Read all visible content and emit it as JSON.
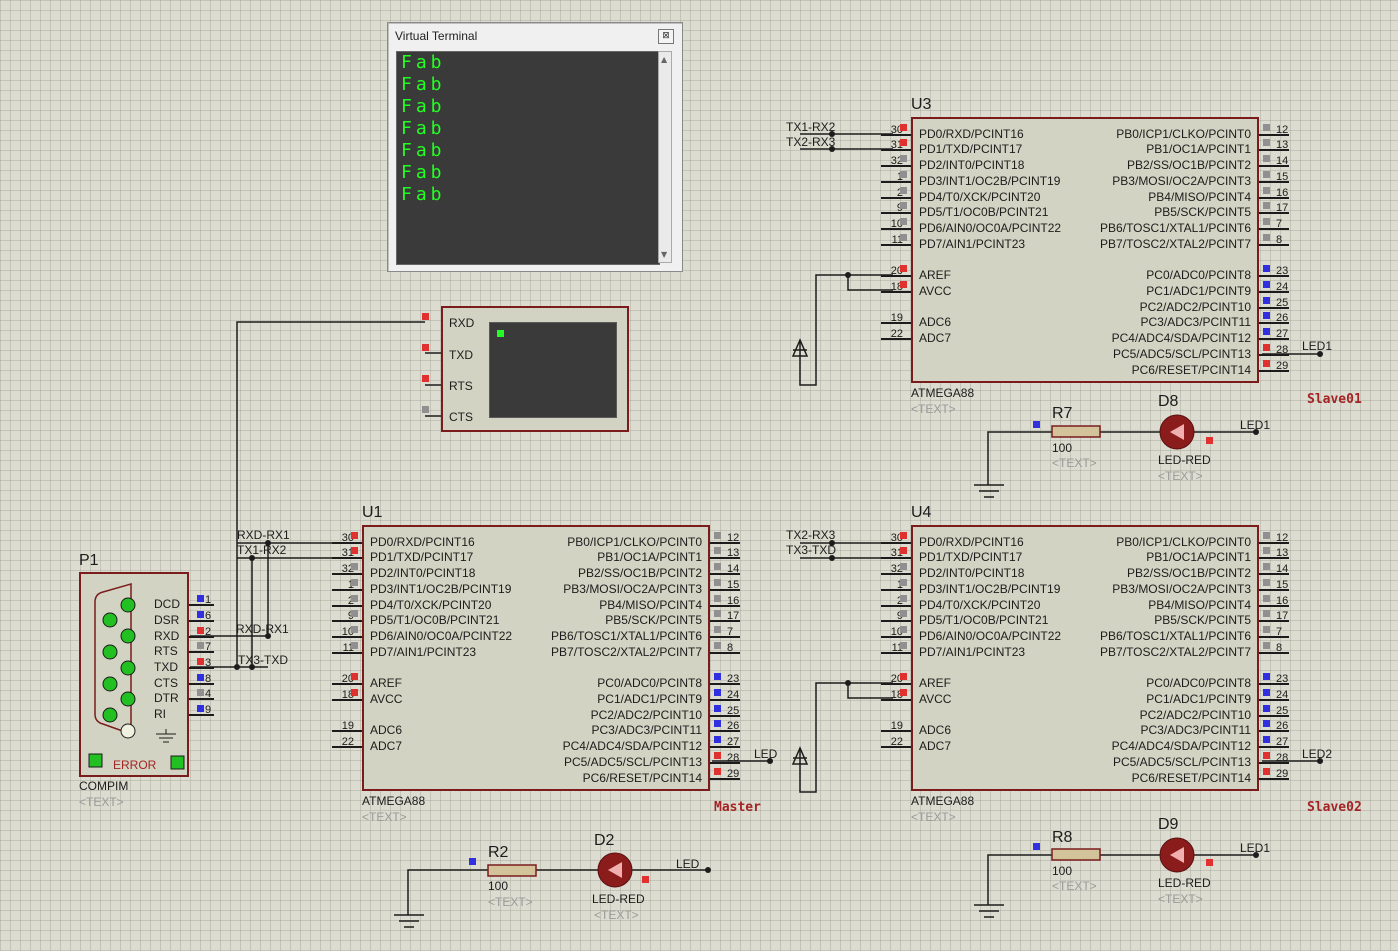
{
  "terminal": {
    "title": "Virtual Terminal",
    "close_label": "⊠",
    "lines": [
      "Fab",
      "Fab",
      "Fab",
      "Fab",
      "Fab",
      "Fab",
      "Fab"
    ]
  },
  "term_device": {
    "pins": [
      "RXD",
      "TXD",
      "RTS",
      "CTS"
    ]
  },
  "mcu": {
    "part": "ATMEGA88",
    "text": "<TEXT>",
    "left_pins": [
      {
        "num": "30",
        "name": "PD0/RXD/PCINT16"
      },
      {
        "num": "31",
        "name": "PD1/TXD/PCINT17"
      },
      {
        "num": "32",
        "name": "PD2/INT0/PCINT18"
      },
      {
        "num": "1",
        "name": "PD3/INT1/OC2B/PCINT19"
      },
      {
        "num": "2",
        "name": "PD4/T0/XCK/PCINT20"
      },
      {
        "num": "9",
        "name": "PD5/T1/OC0B/PCINT21"
      },
      {
        "num": "10",
        "name": "PD6/AIN0/OC0A/PCINT22"
      },
      {
        "num": "11",
        "name": "PD7/AIN1/PCINT23"
      },
      {
        "num": "20",
        "name": "AREF"
      },
      {
        "num": "18",
        "name": "AVCC"
      },
      {
        "num": "19",
        "name": "ADC6"
      },
      {
        "num": "22",
        "name": "ADC7"
      }
    ],
    "right_pins": [
      {
        "num": "12",
        "name": "PB0/ICP1/CLKO/PCINT0"
      },
      {
        "num": "13",
        "name": "PB1/OC1A/PCINT1"
      },
      {
        "num": "14",
        "name": "PB2/SS/OC1B/PCINT2"
      },
      {
        "num": "15",
        "name": "PB3/MOSI/OC2A/PCINT3"
      },
      {
        "num": "16",
        "name": "PB4/MISO/PCINT4"
      },
      {
        "num": "17",
        "name": "PB5/SCK/PCINT5"
      },
      {
        "num": "7",
        "name": "PB6/TOSC1/XTAL1/PCINT6"
      },
      {
        "num": "8",
        "name": "PB7/TOSC2/XTAL2/PCINT7"
      },
      {
        "num": "23",
        "name": "PC0/ADC0/PCINT8"
      },
      {
        "num": "24",
        "name": "PC1/ADC1/PCINT9"
      },
      {
        "num": "25",
        "name": "PC2/ADC2/PCINT10"
      },
      {
        "num": "26",
        "name": "PC3/ADC3/PCINT11"
      },
      {
        "num": "27",
        "name": "PC4/ADC4/SDA/PCINT12"
      },
      {
        "num": "28",
        "name": "PC5/ADC5/SCL/PCINT13"
      },
      {
        "num": "29",
        "name": "PC6/RESET/PCINT14"
      }
    ]
  },
  "u1": {
    "ref": "U1",
    "role": "Master",
    "net_in1": "RXD-RX1",
    "net_in2": "TX1-RX2",
    "net_out": "LED"
  },
  "u3": {
    "ref": "U3",
    "role": "Slave01",
    "net_in1": "TX1-RX2",
    "net_in2": "TX2-RX3",
    "net_out": "LED1"
  },
  "u4": {
    "ref": "U4",
    "role": "Slave02",
    "net_in1": "TX2-RX3",
    "net_in2": "TX3-TXD",
    "net_out": "LED2"
  },
  "compim": {
    "ref": "P1",
    "part": "COMPIM",
    "text": "<TEXT>",
    "error": "ERROR",
    "pins": [
      {
        "name": "DCD",
        "num": "1"
      },
      {
        "name": "DSR",
        "num": "6"
      },
      {
        "name": "RXD",
        "num": "2"
      },
      {
        "name": "RTS",
        "num": "7"
      },
      {
        "name": "TXD",
        "num": "3"
      },
      {
        "name": "CTS",
        "num": "8"
      },
      {
        "name": "DTR",
        "num": "4"
      },
      {
        "name": "RI",
        "num": "9"
      }
    ],
    "net_rx": "RXD-RX1",
    "net_tx": "TX3-TXD"
  },
  "r2": {
    "ref": "R2",
    "value": "100",
    "text": "<TEXT>"
  },
  "r7": {
    "ref": "R7",
    "value": "100",
    "text": "<TEXT>"
  },
  "r8": {
    "ref": "R8",
    "value": "100",
    "text": "<TEXT>"
  },
  "d2": {
    "ref": "D2",
    "part": "LED-RED",
    "text": "<TEXT>",
    "net": "LED"
  },
  "d8": {
    "ref": "D8",
    "part": "LED-RED",
    "text": "<TEXT>",
    "net": "LED1"
  },
  "d9": {
    "ref": "D9",
    "part": "LED-RED",
    "text": "<TEXT>",
    "net": "LED1"
  },
  "colors": {
    "wire": "#1c1c1c",
    "outline": "#7a1c1c",
    "body": "#d3d3c3",
    "pin_red": "#e03030",
    "pin_blue": "#3030e0",
    "term_text": "#22ff22"
  }
}
